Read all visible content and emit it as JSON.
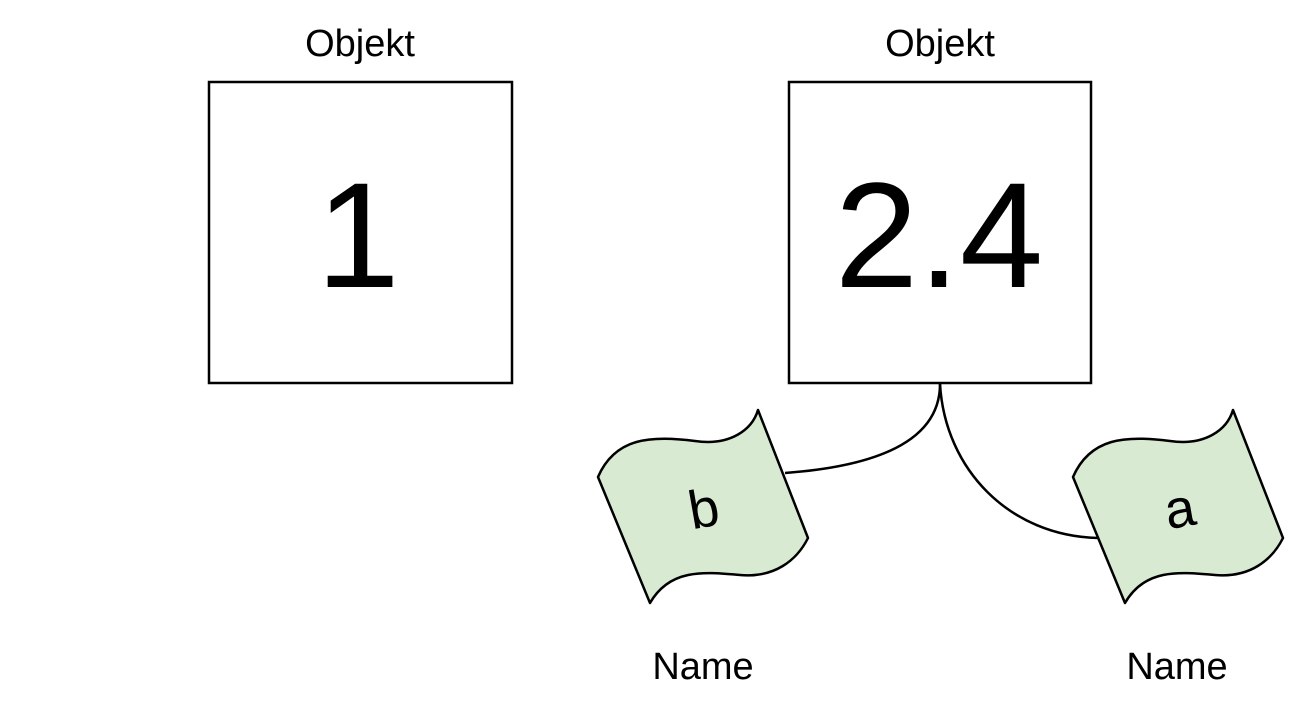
{
  "objects": [
    {
      "caption": "Objekt",
      "value": "1"
    },
    {
      "caption": "Objekt",
      "value": "2.4"
    }
  ],
  "names": [
    {
      "tag": "b",
      "caption": "Name"
    },
    {
      "tag": "a",
      "caption": "Name"
    }
  ],
  "colors": {
    "stroke": "#000000",
    "tag_fill": "#d9ead3",
    "background": "#ffffff"
  }
}
